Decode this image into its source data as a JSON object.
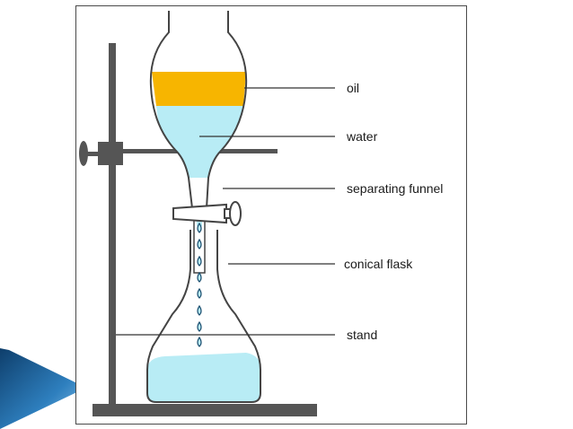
{
  "diagram": {
    "labels": {
      "oil": "oil",
      "water": "water",
      "separating_funnel": "separating funnel",
      "conical_flask": "conical flask",
      "stand": "stand"
    }
  },
  "colors": {
    "oil": "#F7B500",
    "water": "#B8ECF5",
    "stand": "#555555",
    "outline": "#444444",
    "slide_accent": "#1C5A8C"
  }
}
